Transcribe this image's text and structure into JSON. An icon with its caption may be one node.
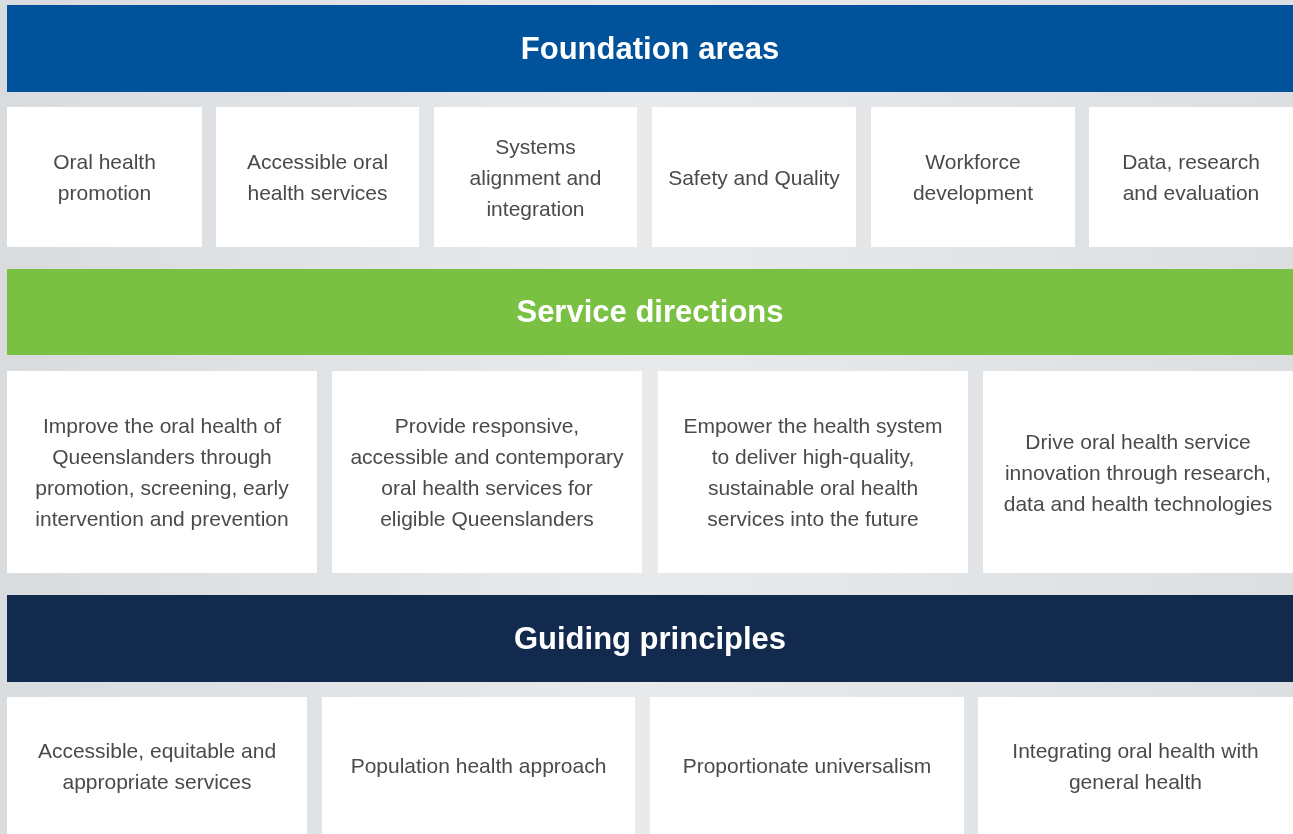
{
  "diagram": {
    "nodes": [
      {
        "text": [
          "Foundation areas"
        ]
      },
      {
        "text": [
          "Oral health promotion"
        ]
      },
      {
        "text": [
          "Accessible oral health services"
        ]
      },
      {
        "text": [
          "Systems alignment and integration"
        ]
      },
      {
        "text": [
          "Safety and Quality"
        ]
      },
      {
        "text": [
          "Workforce development"
        ]
      },
      {
        "text": [
          "Data, research and evaluation"
        ]
      },
      {
        "text": [
          "Service directions"
        ]
      },
      {
        "text": [
          "Improve the oral health of Queenslanders through promotion, screening, early intervention and prevention"
        ]
      },
      {
        "text": [
          "Provide responsive, accessible and contemporary oral health services for eligible Queenslanders"
        ]
      },
      {
        "text": [
          "Empower the health system to deliver high-quality, sustainable oral health services into the future"
        ]
      },
      {
        "text": [
          "Drive oral health service innovation through research, data and health technologies"
        ]
      },
      {
        "text": [
          "Guiding principles"
        ]
      },
      {
        "text": [
          "Accessible, equitable and appropriate services"
        ]
      },
      {
        "text": [
          "Population health approach"
        ]
      },
      {
        "text": [
          "Proportionate universalism"
        ]
      },
      {
        "text": [
          "Integrating oral health with general health"
        ]
      }
    ]
  }
}
